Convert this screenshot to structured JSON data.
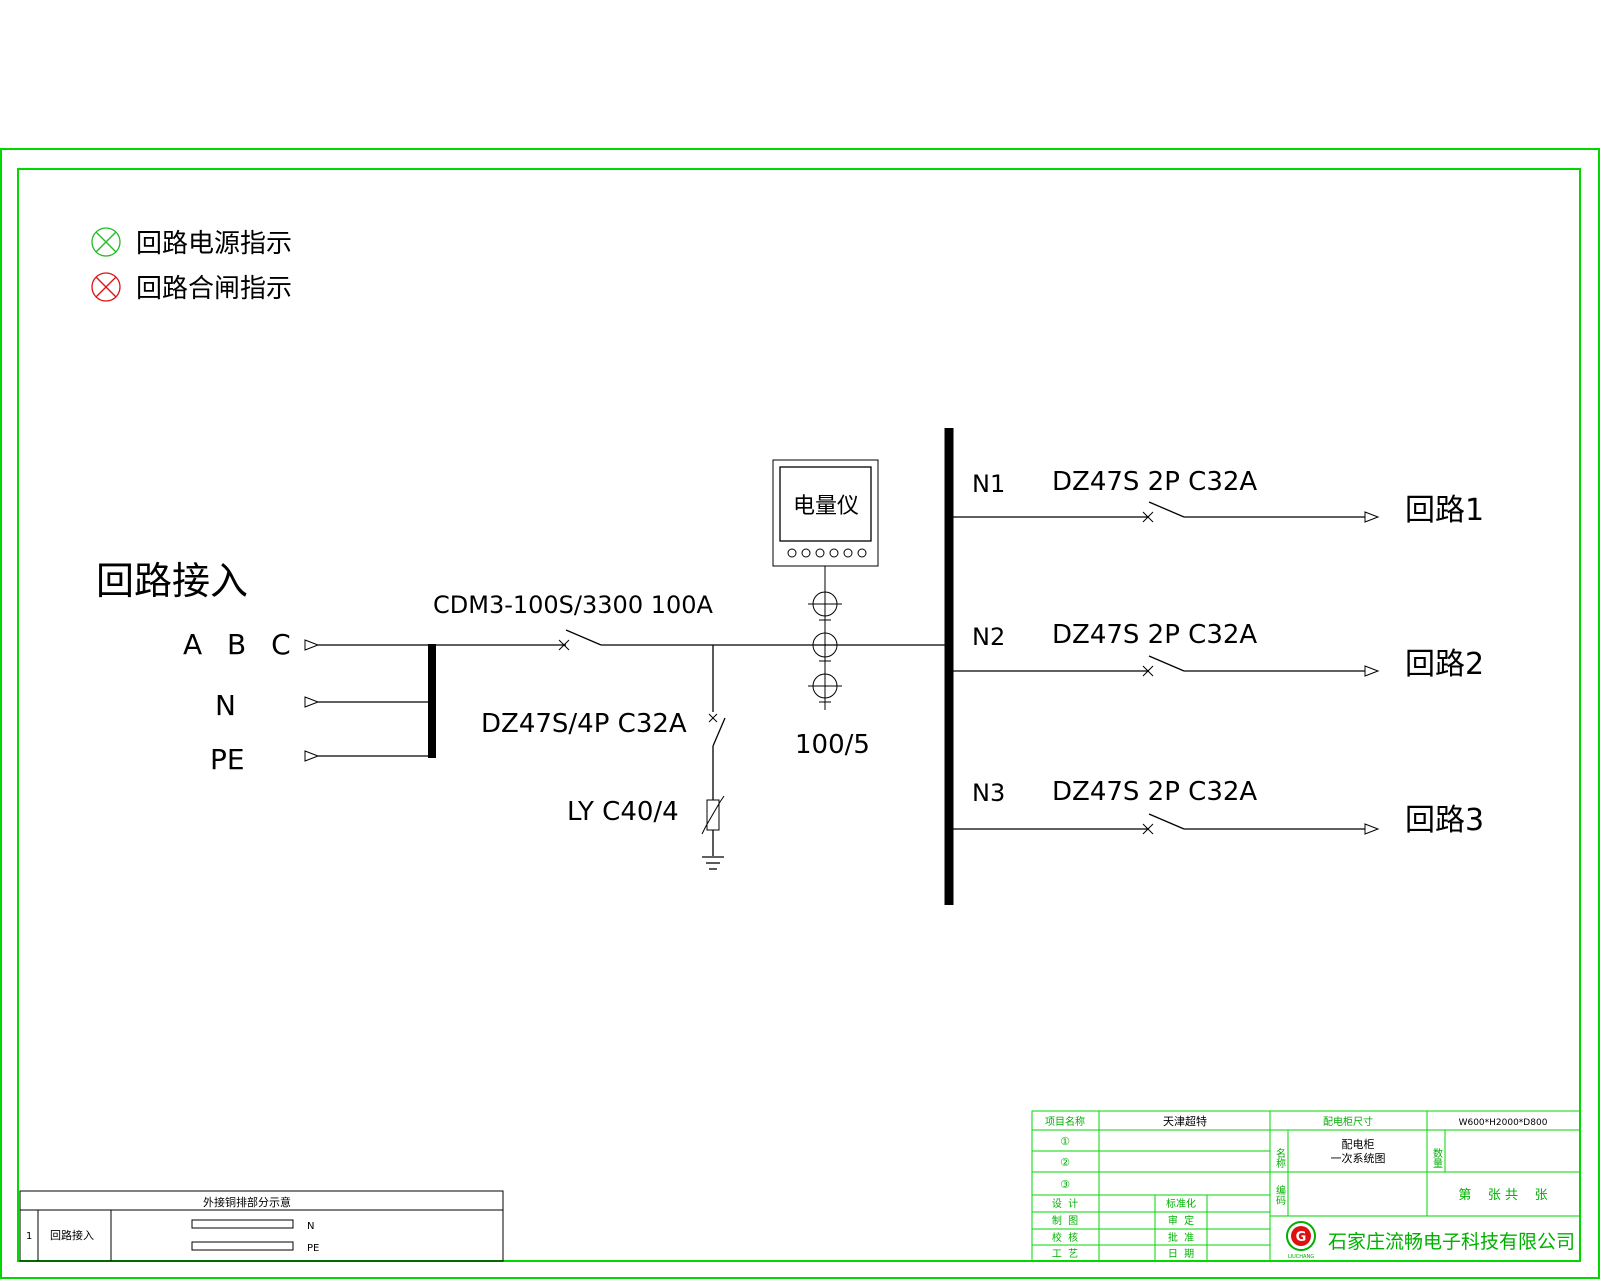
{
  "legend": {
    "power_indicator": "回路电源指示",
    "closing_indicator": "回路合闸指示",
    "power_color": "#22bb22",
    "closing_color": "#dd1111"
  },
  "incoming": {
    "title": "回路接入",
    "abc": "A B C",
    "n": "N",
    "pe": "PE"
  },
  "main_breaker": "CDM3-100S/3300 100A",
  "spd_breaker": "DZ47S/4P C32A",
  "spd": "LY C40/4",
  "meter_label": "电量仪",
  "ct_ratio": "100/5",
  "branches": [
    {
      "bus": "N1",
      "breaker": "DZ47S 2P C32A",
      "out": "回路1"
    },
    {
      "bus": "N2",
      "breaker": "DZ47S 2P C32A",
      "out": "回路2"
    },
    {
      "bus": "N3",
      "breaker": "DZ47S 2P C32A",
      "out": "回路3"
    }
  ],
  "busbar_sketch": {
    "title": "外接铜排部分示意",
    "num": "1",
    "name": "回路接入",
    "bar_n": "N",
    "bar_pe": "PE"
  },
  "title_block": {
    "project_label": "项目名称",
    "project_value": "天津超特",
    "size_label": "配电柜尺寸",
    "size_value": "W600*H2000*D800",
    "c1": "①",
    "c2": "②",
    "c3": "③",
    "name_label": "名称",
    "name_value_1": "配电柜",
    "name_value_2": "一次系统图",
    "qty_label": "数量",
    "code_label": "编码",
    "sheet": "第    张 共    张",
    "r_design": "设  计",
    "r_draw": "制  图",
    "r_check": "校  核",
    "r_process": "工  艺",
    "r_std": "标准化",
    "r_review": "审  定",
    "r_approve": "批  准",
    "r_date": "日  期",
    "company": "石家庄流畅电子科技有限公司",
    "logo_letter": "G",
    "logo_sub": "LIUCHANG"
  }
}
